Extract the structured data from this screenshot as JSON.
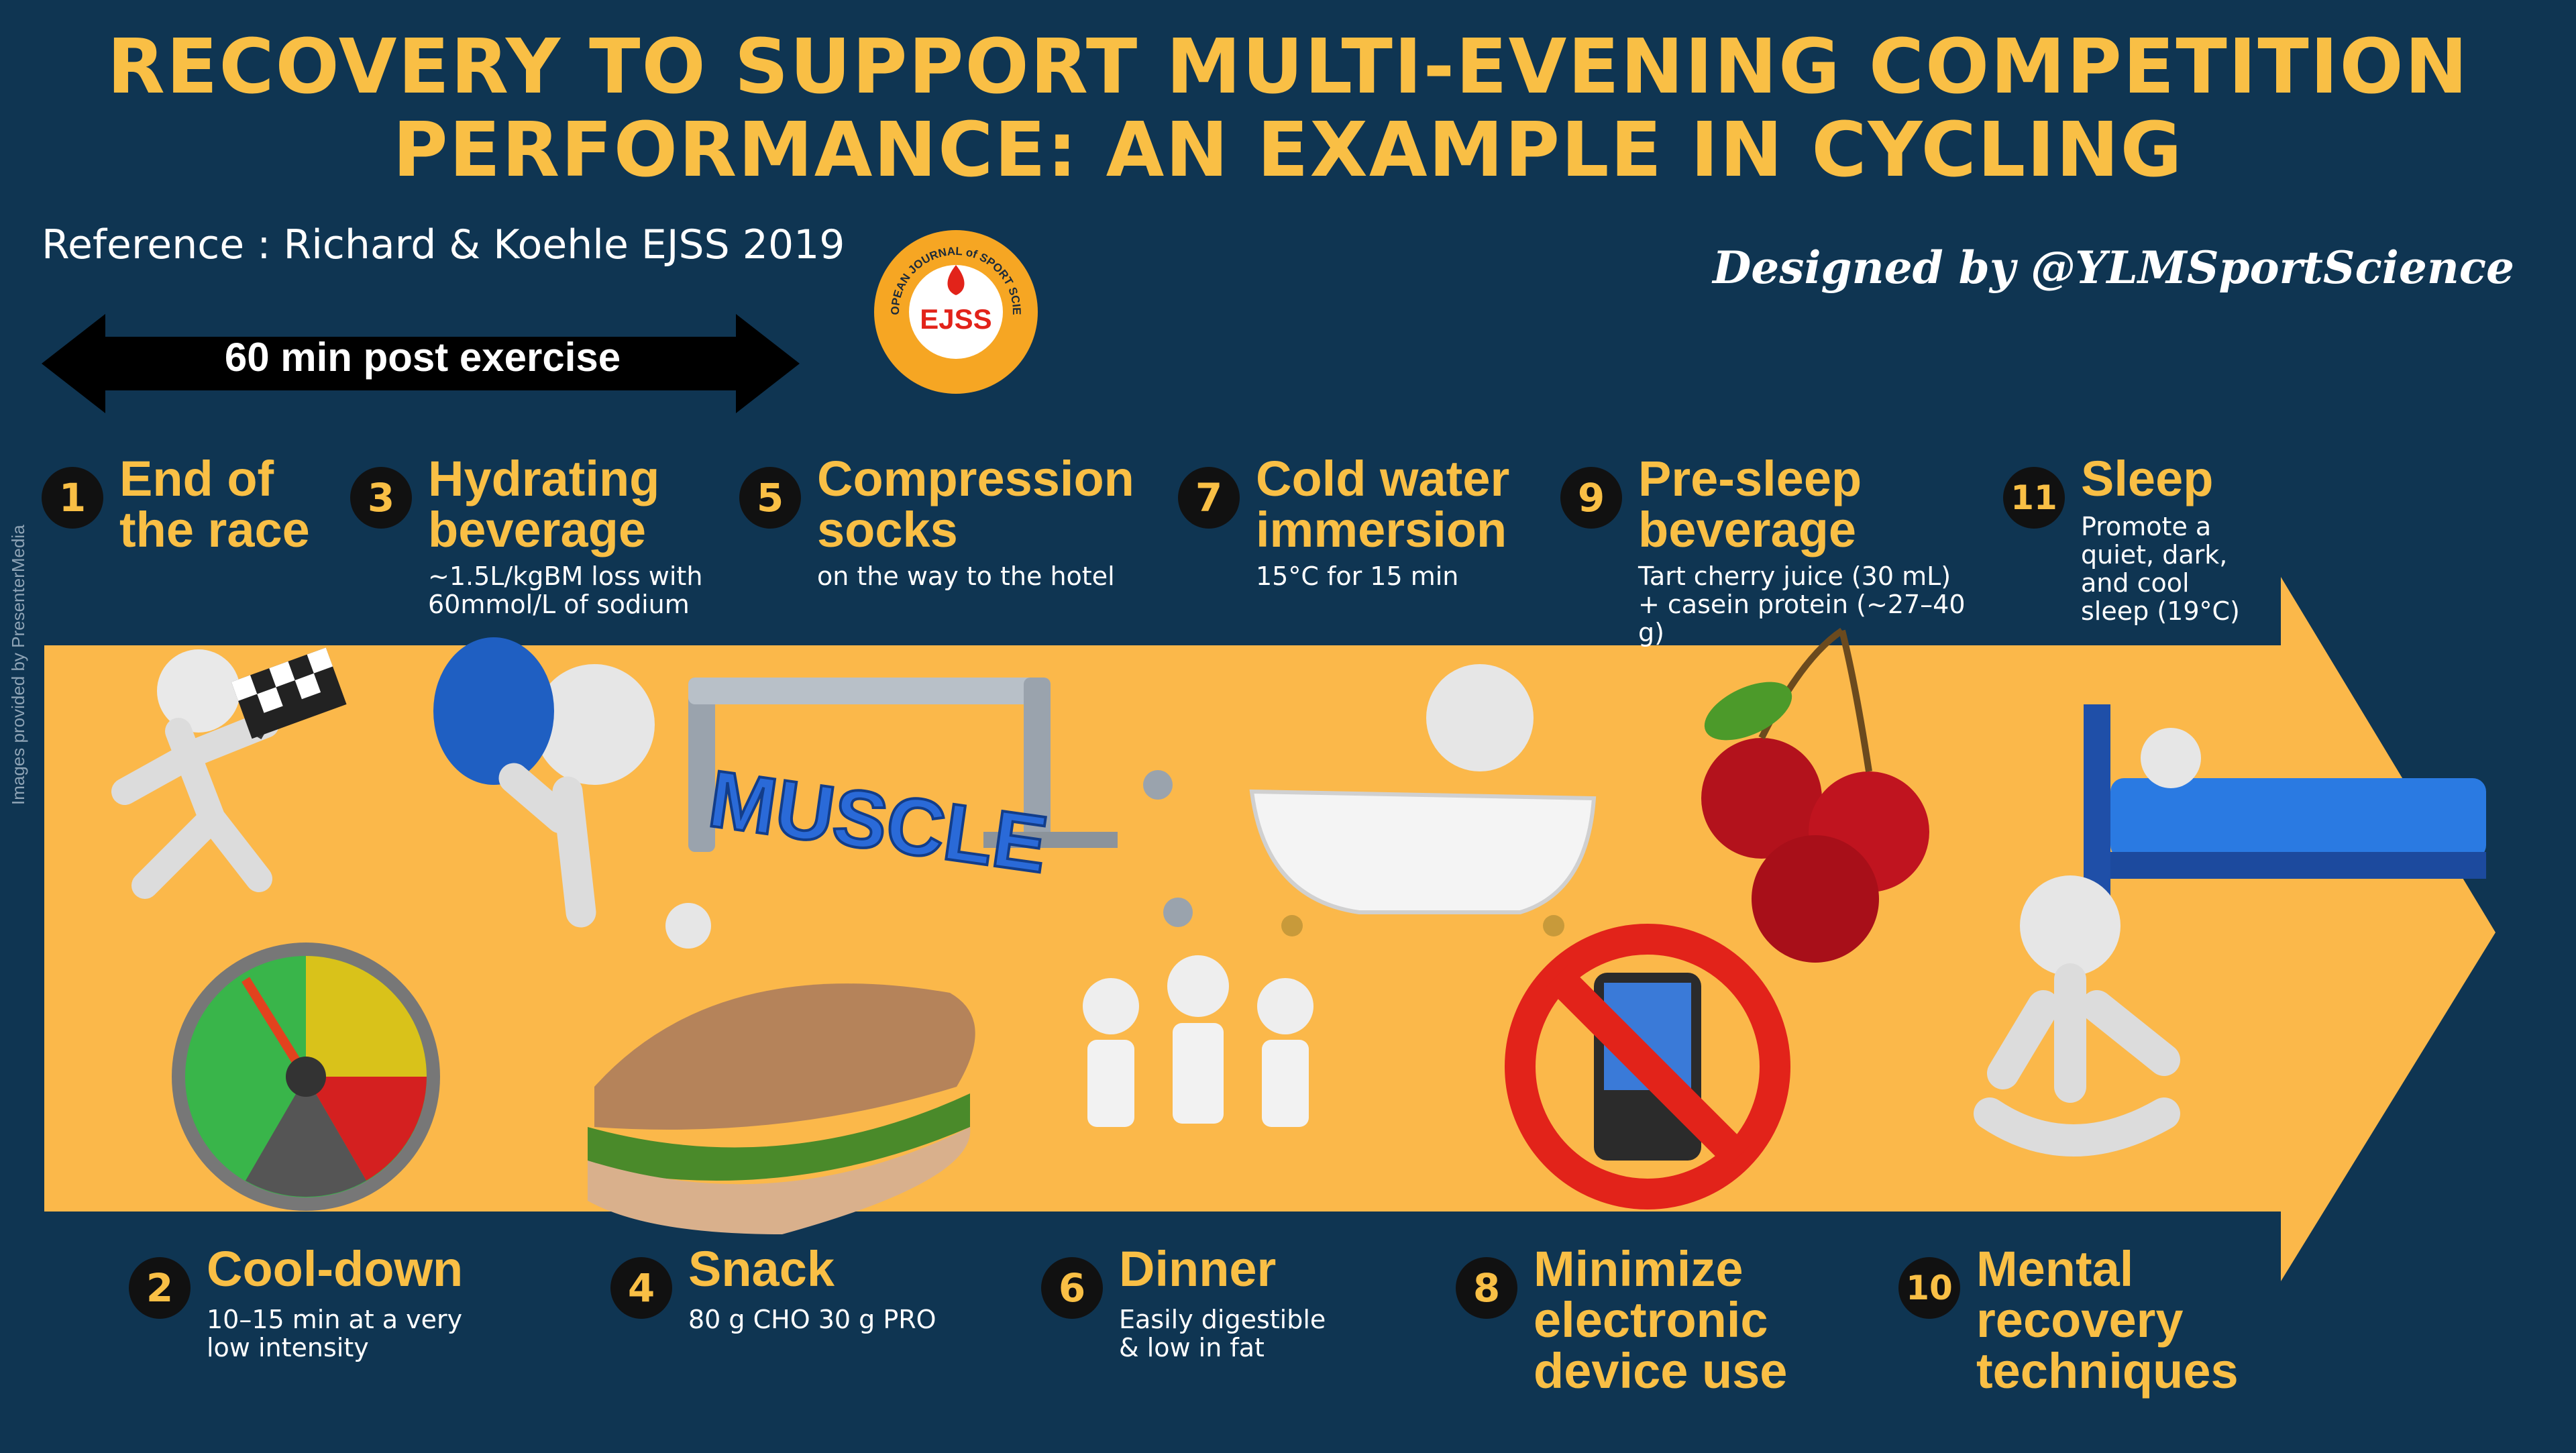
{
  "title_line1": "RECOVERY TO SUPPORT MULTI-EVENING COMPETITION",
  "title_line2": "PERFORMANCE: AN EXAMPLE IN CYCLING",
  "reference": "Reference  :  Richard & Koehle EJSS 2019",
  "designer": "Designed by @YLMSportScience",
  "post_exercise": "60 min post exercise",
  "logo": {
    "abbr": "EJSS",
    "ring_text": "EUROPEAN JOURNAL of SPORT SCIENCE"
  },
  "credit": "Images provided by PresenterMedia",
  "muscle_word": "MUSCLE",
  "colors": {
    "background": "#0f3552",
    "accent": "#f9bf45",
    "arrow": "#fbb84a"
  },
  "steps": [
    {
      "num": "1",
      "title": "End of\nthe race",
      "desc": ""
    },
    {
      "num": "2",
      "title": "Cool-down",
      "desc": "10–15 min at a very\nlow intensity"
    },
    {
      "num": "3",
      "title": "Hydrating\nbeverage",
      "desc": "~1.5L/kgBM  loss with\n60mmol/L  of sodium"
    },
    {
      "num": "4",
      "title": "Snack",
      "desc": "80 g  CHO 30 g PRO"
    },
    {
      "num": "5",
      "title": "Compression\nsocks",
      "desc": "on the way to the hotel"
    },
    {
      "num": "6",
      "title": "Dinner",
      "desc": "Easily  digestible\n& low in fat"
    },
    {
      "num": "7",
      "title": "Cold water\nimmersion",
      "desc": "15°C for 15 min"
    },
    {
      "num": "8",
      "title": "Minimize\nelectronic\ndevice use",
      "desc": ""
    },
    {
      "num": "9",
      "title": "Pre-sleep\nbeverage",
      "desc": "Tart cherry juice (30 mL)\n+  casein protein (~27–40\ng)"
    },
    {
      "num": "10",
      "title": "Mental\nrecovery\ntechniques",
      "desc": ""
    },
    {
      "num": "11",
      "title": "Sleep",
      "desc": "Promote  a\nquiet, dark,\nand cool\nsleep (19°C)"
    }
  ]
}
